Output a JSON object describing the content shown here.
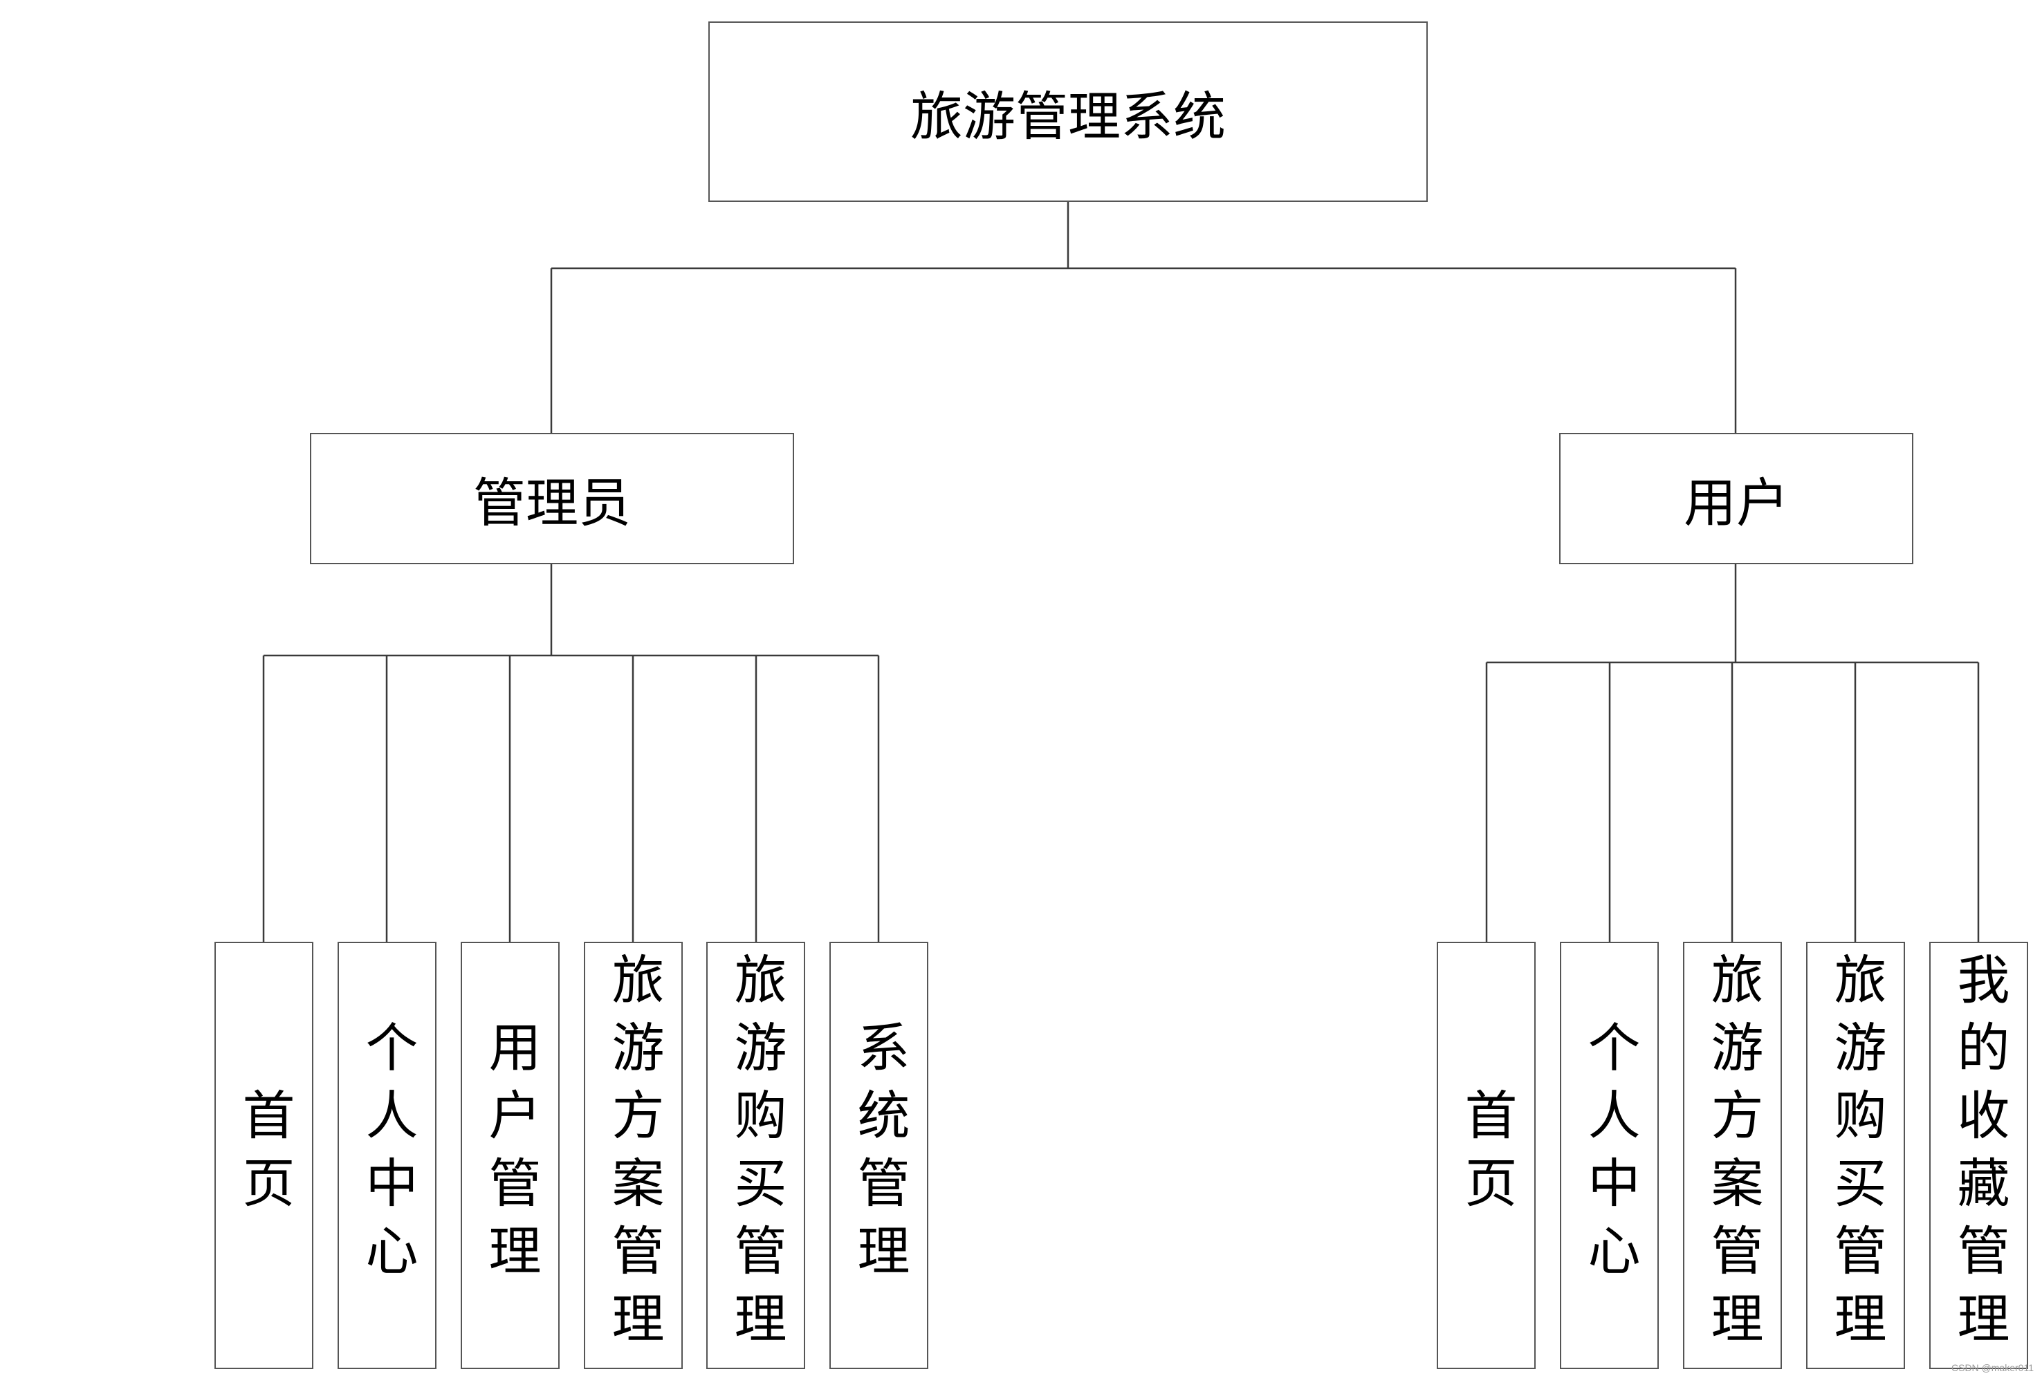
{
  "root": {
    "label": "旅游管理系统"
  },
  "roles": [
    {
      "label": "管理员",
      "modules": [
        "首页",
        "个人中心",
        "用户管理",
        "旅游方案管理",
        "旅游购买管理",
        "系统管理"
      ]
    },
    {
      "label": "用户",
      "modules": [
        "首页",
        "个人中心",
        "旅游方案管理",
        "旅游购买管理",
        "我的收藏管理"
      ]
    }
  ],
  "watermark": "CSDN @maker011"
}
